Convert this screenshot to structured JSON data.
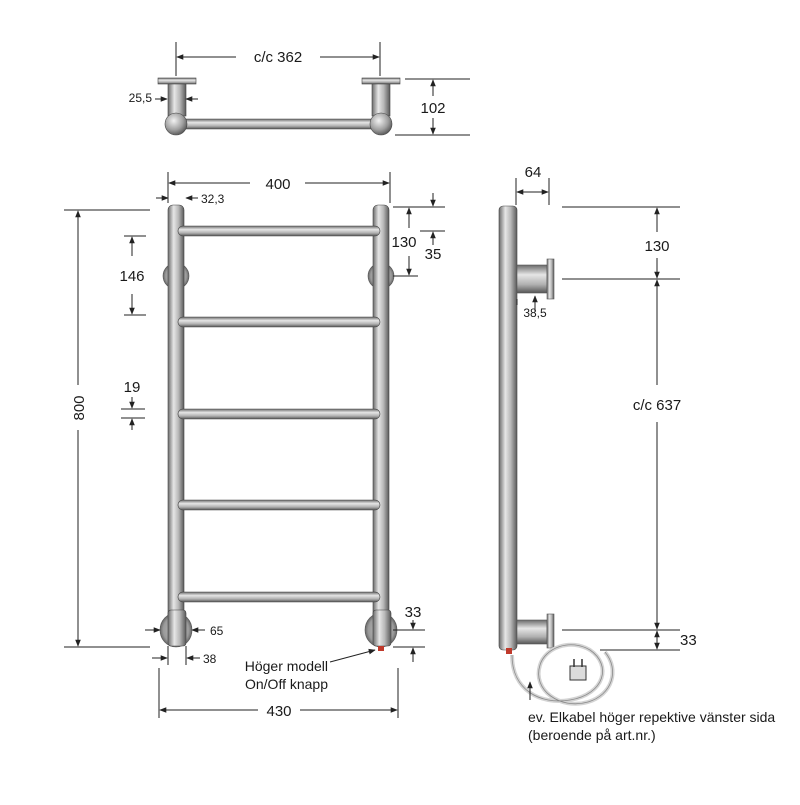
{
  "top_view": {
    "cc_width": "c/c 362",
    "bracket_depth": "25,5",
    "depth": "102"
  },
  "front_view": {
    "width": "400",
    "tube_offset": "32,3",
    "top_to_bar": "130",
    "bar_offset": "35",
    "bar_spacing": "146",
    "bar_diameter": "19",
    "height": "800",
    "foot_width": "65",
    "foot_small": "38",
    "bottom_gap": "33",
    "total_width": "430",
    "button_note_line1": "Höger modell",
    "button_note_line2": "On/Off knapp"
  },
  "side_view": {
    "depth": "64",
    "top_to_mount": "130",
    "mount_diameter": "38,5",
    "cc_height": "c/c 637",
    "bottom_gap": "33",
    "cable_note_line1": "ev. Elkabel höger repektive vänster sida",
    "cable_note_line2": "(beroende på art.nr.)"
  },
  "colors": {
    "metal_light": "#e2e2e2",
    "metal_mid": "#a8a8a8",
    "metal_dark": "#555555",
    "dim_line": "#222222",
    "button_red": "#c0392b"
  }
}
